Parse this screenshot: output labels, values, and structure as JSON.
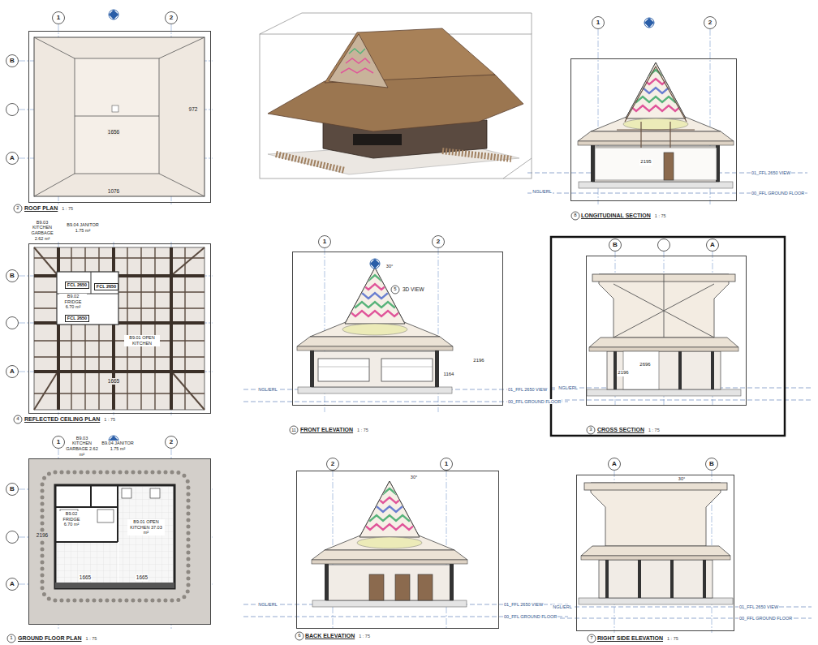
{
  "diagram": {
    "nodes": [
      {
        "text": [
          "ROOF PLAN",
          "1 : 75"
        ]
      },
      {
        "text": [
          "LONGITUDINAL SECTION",
          "1 : 75"
        ]
      },
      {
        "text": [
          "REFLECTED CEILING PLAN",
          "1 : 75"
        ]
      },
      {
        "text": [
          "FCL 2650"
        ],
        "in": 2
      },
      {
        "text": [
          "FCL 2650"
        ],
        "in": 2
      },
      {
        "text": [
          "FCL 2650"
        ],
        "in": 2
      },
      {
        "text": [
          "FRONT ELEVATION",
          "1 : 75"
        ]
      },
      {
        "text": [
          "CROSS SECTION",
          "1 : 75"
        ]
      },
      {
        "text": [
          "GROUND FLOOR PLAN",
          "1 : 75"
        ]
      },
      {
        "text": [
          "BACK ELEVATION",
          "1 : 75"
        ]
      },
      {
        "text": [
          "RIGHT SIDE ELEVATION",
          "1 : 75"
        ]
      }
    ],
    "labels": [
      "2",
      "8",
      "4",
      "11",
      "3",
      "1",
      "6",
      "7",
      "1",
      "2",
      "B",
      "A",
      "1656",
      "972",
      "1076",
      "B",
      "A",
      "B9.03 KITCHEN GARBAGE 2.62 m²",
      "B9.04 JANITOR 1.75 m²",
      "B9.02 FRIDGE 6.70 m²",
      "B9.01 OPEN KITCHEN",
      "1665",
      "1",
      "2",
      "B",
      "A",
      "B9.03 KITCHEN GARBAGE 2.62 m²",
      "B9.04 JANITOR 1.75 m²",
      "B9.02 FRIDGE 6.70 m²",
      "B9.01 OPEN KITCHEN 37.03 m²",
      "1665",
      "1665",
      "2196",
      "1",
      "2",
      "2195",
      "NGL/ERL",
      "01_FFL 2650 VIEW",
      "00_FFL GROUND FLOOR",
      "1",
      "2",
      "5",
      "3D VIEW",
      "30°",
      "2196",
      "1164",
      "NGL/ERL",
      "01_FFL 2650 VIEW",
      "00_FFL GROUND FLOOR",
      "B",
      "A",
      "2196",
      "2696",
      "NGL/ERL",
      "2",
      "1",
      "30°",
      "NGL/ERL",
      "01_FFL 2650 VIEW",
      "00_FFL GROUND FLOOR",
      "A",
      "B",
      "30°",
      "NGL/ERL",
      "01_FFL 2650 VIEW",
      "00_FFL GROUND FLOOR"
    ]
  }
}
